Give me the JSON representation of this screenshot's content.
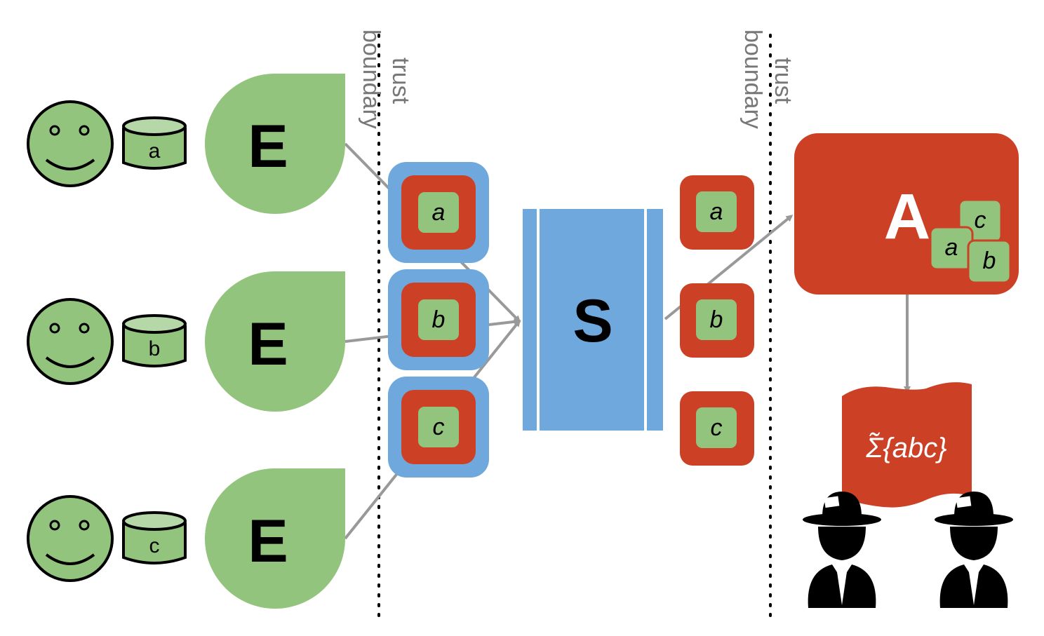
{
  "trust_boundaries": [
    {
      "line1": "trust",
      "line2": "boundary"
    },
    {
      "line1": "trust",
      "line2": "boundary"
    }
  ],
  "users": [
    {
      "data_label": "a",
      "encoder_label": "E"
    },
    {
      "data_label": "b",
      "encoder_label": "E"
    },
    {
      "data_label": "c",
      "encoder_label": "E"
    }
  ],
  "encoded_reports": [
    "a",
    "b",
    "c"
  ],
  "shuffler": {
    "label": "S"
  },
  "shuffled_reports": [
    "a",
    "b",
    "c"
  ],
  "analyzer": {
    "label": "A",
    "items": [
      "c",
      "a",
      "b"
    ]
  },
  "output": {
    "result": "Σ̃{abc}"
  },
  "colors": {
    "green": "#93c47d",
    "red": "#cc4125",
    "blue": "#6fa8dc",
    "arrow": "#999999",
    "black": "#000000"
  }
}
